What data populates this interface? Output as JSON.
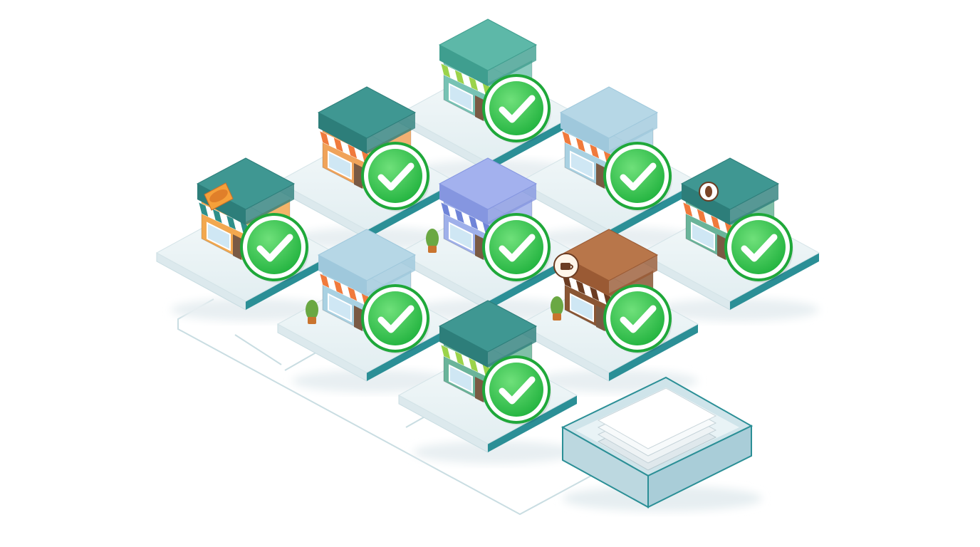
{
  "scene": {
    "description_visible_text": "",
    "colors": {
      "background": "#ffffff",
      "platform_top": "#eef5f6",
      "platform_edge": "#2b8f96",
      "connector_line": "#c9dde2",
      "check_green": "#2fc14a",
      "check_outline": "#1fa83a",
      "tray": "#cfe4ea"
    },
    "stores": [
      {
        "name": "store-top-center",
        "roof": "#3f9e8f",
        "roof_top": "#5db8a8",
        "wall": "#77c2b4",
        "awning": "lime-white",
        "status": "verified",
        "icon": "check-icon"
      },
      {
        "name": "store-upper-left",
        "roof": "#2d7e7a",
        "roof_top": "#3f9792",
        "wall": "#f0a35a",
        "awning": "orange-white",
        "status": "verified",
        "icon": "check-icon"
      },
      {
        "name": "store-upper-right",
        "roof": "#9fc8dc",
        "roof_top": "#b6d7e6",
        "wall": "#a9d1e2",
        "awning": "orange-white",
        "status": "verified",
        "icon": "check-icon"
      },
      {
        "name": "store-bakery",
        "roof": "#2d7e7a",
        "roof_top": "#3f9792",
        "wall": "#f2a84f",
        "awning": "teal-white",
        "status": "verified",
        "icon": "bread-icon"
      },
      {
        "name": "store-center",
        "roof": "#8596e0",
        "roof_top": "#a3b1ee",
        "wall": "#9fb0ea",
        "awning": "blue-white",
        "status": "verified",
        "icon": "check-icon"
      },
      {
        "name": "store-coffee-bean",
        "roof": "#2d7e7a",
        "roof_top": "#3f9792",
        "wall": "#6ab49a",
        "awning": "orange-white",
        "status": "verified",
        "icon": "coffee-bean-icon"
      },
      {
        "name": "store-lower-left",
        "roof": "#9fc8dc",
        "roof_top": "#b6d7e6",
        "wall": "#a9d1e2",
        "awning": "orange-white",
        "status": "verified",
        "icon": "check-icon"
      },
      {
        "name": "store-cafe",
        "roof": "#9a5a34",
        "roof_top": "#b8764a",
        "wall": "#8a5634",
        "awning": "brown-white",
        "status": "verified",
        "icon": "coffee-cup-icon"
      },
      {
        "name": "store-bottom-center",
        "roof": "#2d7e7a",
        "roof_top": "#3f9792",
        "wall": "#6ab49a",
        "awning": "lime-white",
        "status": "verified",
        "icon": "check-icon"
      }
    ],
    "tray": {
      "name": "document-tray",
      "icon": "paper-stack-icon"
    }
  }
}
